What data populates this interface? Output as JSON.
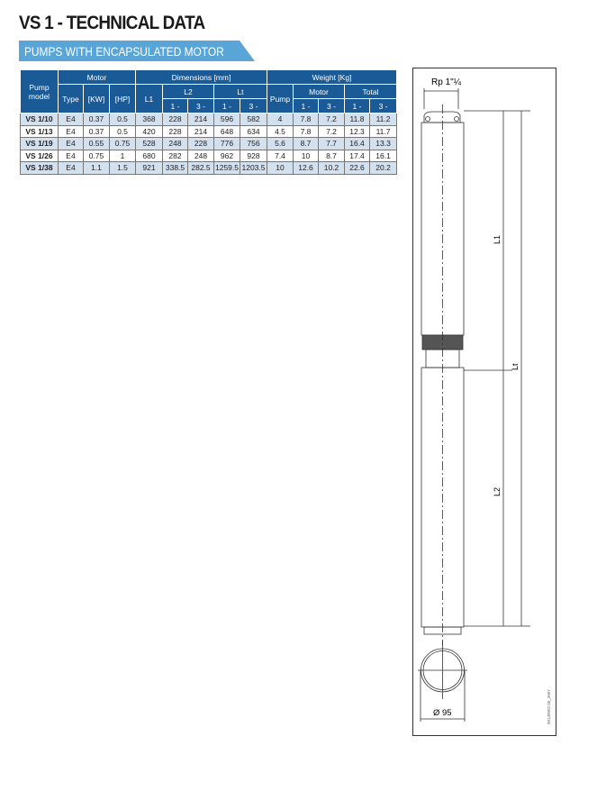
{
  "title": "VS 1 - TECHNICAL DATA",
  "subtitle": "PUMPS WITH ENCAPSULATED MOTOR",
  "table": {
    "headers": {
      "pump_model": "Pump model",
      "motor": "Motor",
      "dimensions": "Dimensions [mm]",
      "weight": "Weight [Kg]",
      "type": "Type",
      "kw": "[KW]",
      "hp": "[HP]",
      "l1": "L1",
      "l2": "L2",
      "lt": "Lt",
      "pump": "Pump",
      "wmotor": "Motor",
      "total": "Total",
      "p1": "1 -",
      "p3": "3 -"
    },
    "rows": [
      [
        "VS 1/10",
        "E4",
        "0.37",
        "0.5",
        "368",
        "228",
        "214",
        "596",
        "582",
        "4",
        "7.8",
        "7.2",
        "11.8",
        "11.2"
      ],
      [
        "VS 1/13",
        "E4",
        "0.37",
        "0.5",
        "420",
        "228",
        "214",
        "648",
        "634",
        "4.5",
        "7.8",
        "7.2",
        "12.3",
        "11.7"
      ],
      [
        "VS 1/19",
        "E4",
        "0.55",
        "0.75",
        "528",
        "248",
        "228",
        "776",
        "756",
        "5.6",
        "8.7",
        "7.7",
        "16.4",
        "13.3"
      ],
      [
        "VS 1/26",
        "E4",
        "0.75",
        "1",
        "680",
        "282",
        "248",
        "962",
        "928",
        "7.4",
        "10",
        "8.7",
        "17.4",
        "16.1"
      ],
      [
        "VS 1/38",
        "E4",
        "1.1",
        "1.5",
        "921",
        "338.5",
        "282.5",
        "1259.5",
        "1203.5",
        "10",
        "12.6",
        "10.2",
        "22.6",
        "20.2"
      ]
    ]
  },
  "drawing": {
    "thread": "Rp 1\"¼",
    "l1": "L1",
    "lt": "Lt",
    "l2": "L2",
    "diameter": "Ø 95",
    "code": "00130002 05_2007"
  }
}
